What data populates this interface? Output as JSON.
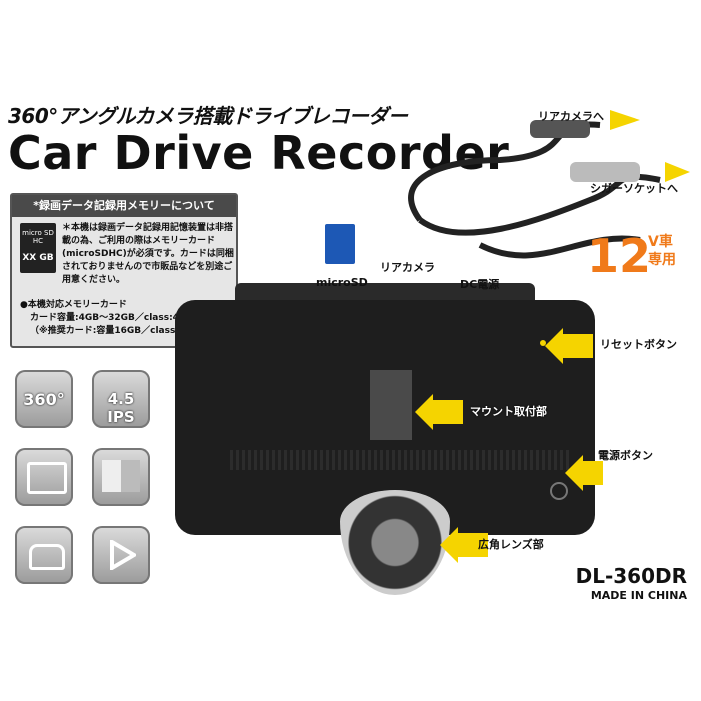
{
  "header": {
    "subtitle": "360°アングルカメラ搭載ドライブレコーダー",
    "title": "Car Drive Recorder"
  },
  "memory_box": {
    "heading": "*録画データ記録用メモリーについて",
    "card_label": "XX GB",
    "card_brand": "micro SD HC",
    "note": "＊本機は録画データ記録用記憶装置は非搭載の為、ご利用の際はメモリーカード(microSDHC)が必須です。カードは同梱されておりませんので市販品などを別途ご用意ください。",
    "spec_heading": "●本機対応メモリーカード",
    "spec_capacity": "カード容量:4GB〜32GB／class:4以上",
    "spec_recommended": "（※推奨カード:容量16GB／class6以上）"
  },
  "features": [
    {
      "icon": "360-rotation-icon",
      "text": "360°"
    },
    {
      "icon": "ips-screen-icon",
      "text": "4.5 IPS"
    },
    {
      "icon": "touch-screen-icon",
      "text": ""
    },
    {
      "icon": "split-screen-icon",
      "text": ""
    },
    {
      "icon": "car-sensor-icon",
      "text": ""
    },
    {
      "icon": "play-icon",
      "text": ""
    }
  ],
  "ports": {
    "microsd": "microSD",
    "rear_camera": "リアカメラ",
    "dc_power": "DC電源"
  },
  "callouts": {
    "to_rear_camera": "リアカメラへ",
    "to_cigar_socket": "シガーソケットへ",
    "reset_button": "リセットボタン",
    "mount": "マウント取付部",
    "power_button": "電源ボタン",
    "wide_lens": "広角レンズ部"
  },
  "voltage": {
    "number": "12",
    "unit": "V車",
    "suffix": "専用"
  },
  "product": {
    "model": "DL-360DR",
    "origin": "MADE IN CHINA"
  },
  "colors": {
    "accent_orange": "#f07a1a",
    "arrow_yellow": "#f5d400",
    "device_body": "#1e1e1e"
  }
}
